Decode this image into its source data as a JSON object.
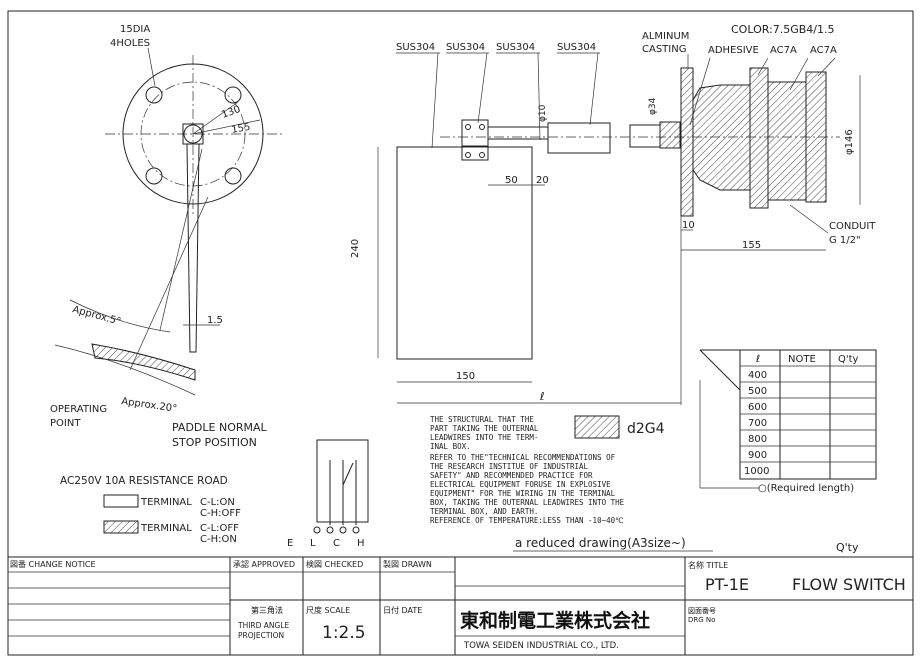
{
  "notes": {
    "color": "COLOR:7.5GB4/1.5",
    "holes_dia": "15DIA",
    "holes_count": "4HOLES",
    "approx5": "Approx.5°",
    "approx20": "Approx.20°",
    "operating_point_1": "OPERATING",
    "operating_point_2": "POINT",
    "paddle_1": "PADDLE NORMAL",
    "paddle_2": "STOP POSITION",
    "rating": "AC250V 10A RESISTANCE ROAD",
    "terminal_label": "TERMINAL",
    "term1_a": "C-L:ON",
    "term1_b": "C-H:OFF",
    "term2_a": "C-L:OFF",
    "term2_b": "C-H:ON",
    "alum_1": "ALMINUM",
    "alum_2": "CASTING",
    "adhesive": "ADHESIVE",
    "ac7a_1": "AC7A",
    "ac7a_2": "AC7A",
    "conduit_1": "CONDUIT",
    "conduit_2": "G 1/2\"",
    "hatch_legend": "d2G4",
    "reduced": "a reduced drawing(A3size~)",
    "qty": "Q'ty",
    "required_length": "○(Required length)",
    "structural_lines": [
      "THE STRUCTURAL THAT THE",
      "PART TAKING THE OUTERNAL",
      "LEADWIRES INTO THE TERM-",
      "INAL BOX.",
      "REFER TO THE\"TECHNICAL RECOMMENDATIONS OF",
      "THE RESEARCH INSTITUE OF INDUSTRIAL",
      "SAFETY\" AND RECOMMENDED PRACTICE FOR",
      "ELECTRICAL EQUIPMENT FORUSE IN EXPLOSIVE",
      "EQUIPMENT\" FOR THE WIRING IN THE TERMINAL",
      "BOX, TAKING THE OUTERNAL LEADWIRES INTO THE",
      "TERMINAL BOX, AND EARTH.",
      "REFERENCE OF TEMPERATURE:LESS THAN -10~40℃"
    ]
  },
  "materials": [
    "SUS304",
    "SUS304",
    "SUS304",
    "SUS304"
  ],
  "dims": {
    "d130": "130",
    "d155": "155",
    "d15": "1.5",
    "d240": "240",
    "d50": "50",
    "d20": "20",
    "d150": "150",
    "l": "ℓ",
    "phi10": "φ10",
    "phi34": "φ34",
    "phi146": "φ146",
    "d10": "10",
    "d155b": "155"
  },
  "terminals": [
    "E",
    "L",
    "C",
    "H"
  ],
  "length_table": {
    "headers": [
      "ℓ",
      "NOTE",
      "Q'ty"
    ],
    "rows": [
      "400",
      "500",
      "600",
      "700",
      "800",
      "900",
      "1000"
    ]
  },
  "title_block": {
    "change_notice": "図番 CHANGE NOTICE",
    "approved": "承認 APPROVED",
    "checked": "検図 CHECKED",
    "drawn": "製図 DRAWN",
    "third_angle_jp": "第三角法",
    "third_angle_1": "THIRD ANGLE",
    "third_angle_2": "PROJECTION",
    "scale_label": "尺度 SCALE",
    "scale_value": "1:2.5",
    "date_label": "日付 DATE",
    "company_jp": "東和制電工業株式会社",
    "company_en": "TOWA SEIDEN INDUSTRIAL CO., LTD.",
    "title_label": "名称 TITLE",
    "title_model": "PT-1E",
    "title_name": "FLOW SWITCH",
    "drg_label_1": "図面番号",
    "drg_label_2": "DRG  No"
  }
}
